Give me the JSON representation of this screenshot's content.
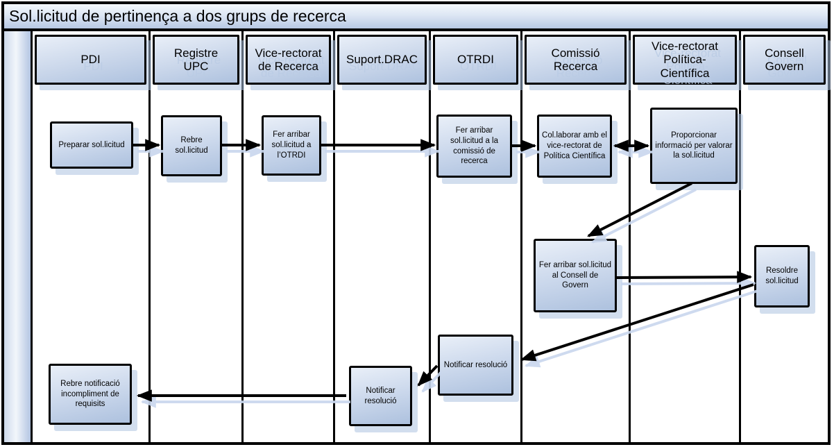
{
  "title": "Sol.licitud de pertinença a dos grups de recerca",
  "lanes": [
    {
      "label": "PDI"
    },
    {
      "label": "Registre UPC"
    },
    {
      "label": "Vice-rectorat de Recerca"
    },
    {
      "label": "Suport.DRAC"
    },
    {
      "label": "OTRDI"
    },
    {
      "label": "Comissió Recerca"
    },
    {
      "label": "Vice-rectorat Política-Científica"
    },
    {
      "label": "Consell Govern"
    }
  ],
  "nodes": [
    {
      "label": "Preparar sol.licitud",
      "lane": "PDI"
    },
    {
      "label": "Rebre sol.licitud",
      "lane": "Registre UPC"
    },
    {
      "label": "Fer arribar sol.licitud a l’OTRDI",
      "lane": "Vice-rectorat de Recerca"
    },
    {
      "label": "Fer arribar sol.licitud a la comissió de recerca",
      "lane": "OTRDI"
    },
    {
      "label": "Col.laborar amb el vice-rectorat de Política Científica",
      "lane": "Comissió Recerca"
    },
    {
      "label": "Proporcionar informació per valorar la sol.licitud",
      "lane": "Vice-rectorat Política-Científica"
    },
    {
      "label": "Fer arribar sol.licitud al Consell de Govern",
      "lane": "Comissió Recerca"
    },
    {
      "label": "Resoldre sol.licitud",
      "lane": "Consell Govern"
    },
    {
      "label": "Notificar resolució",
      "lane": "OTRDI"
    },
    {
      "label": "Notificar resolució",
      "lane": "Suport.DRAC"
    },
    {
      "label": "Rebre notificació incompliment de requisits",
      "lane": "PDI"
    }
  ],
  "arrows": [
    {
      "from": "Preparar sol.licitud",
      "to": "Rebre sol.licitud",
      "style": "single"
    },
    {
      "from": "Rebre sol.licitud",
      "to": "Fer arribar sol.licitud a l’OTRDI",
      "style": "single"
    },
    {
      "from": "Fer arribar sol.licitud a l’OTRDI",
      "to": "Fer arribar sol.licitud a la comissió de recerca",
      "style": "single"
    },
    {
      "from": "Fer arribar sol.licitud a la comissió de recerca",
      "to": "Col.laborar amb el vice-rectorat de Política Científica",
      "style": "single"
    },
    {
      "from": "Col.laborar amb el vice-rectorat de Política Científica",
      "to": "Proporcionar informació per valorar la sol.licitud",
      "style": "double"
    },
    {
      "from": "Proporcionar informació per valorar la sol.licitud",
      "to": "Fer arribar sol.licitud al Consell de Govern",
      "style": "single"
    },
    {
      "from": "Fer arribar sol.licitud al Consell de Govern",
      "to": "Resoldre sol.licitud",
      "style": "single"
    },
    {
      "from": "Resoldre sol.licitud",
      "to": "Notificar resolució (OTRDI)",
      "style": "single"
    },
    {
      "from": "Notificar resolució (OTRDI)",
      "to": "Notificar resolució (Suport.DRAC)",
      "style": "single"
    },
    {
      "from": "Notificar resolució (Suport.DRAC)",
      "to": "Rebre notificació incompliment de requisits",
      "style": "single"
    }
  ],
  "colors": {
    "border": "#000000",
    "box_fill_top": "#e9eff8",
    "box_fill_bottom": "#adc1de",
    "shadow": "#c9d7ee",
    "title_fill_top": "#f4f8fc",
    "title_fill_bottom": "#b7c8e4",
    "background": "#ffffff"
  }
}
